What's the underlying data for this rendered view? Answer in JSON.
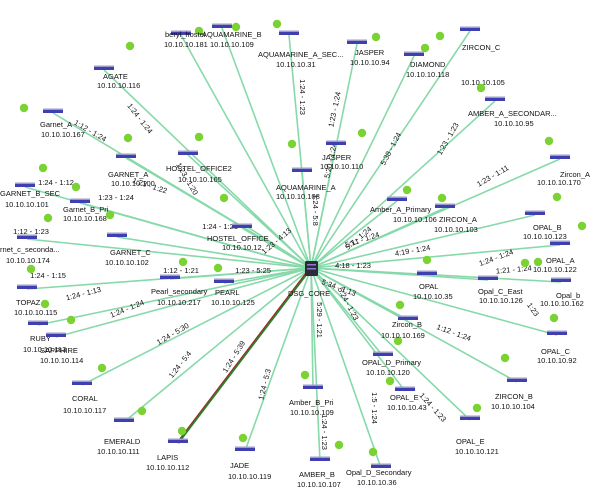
{
  "colors": {
    "link": "#86d9a9",
    "link_highlight": "#2e7d32",
    "status_dot": "#7ad332",
    "device_bar": "#3f3fb0",
    "hub": "#2b2b3a"
  },
  "hub": {
    "name": "DSG_CORE"
  },
  "nodes": [
    {
      "id": "agate",
      "name": "AGATE",
      "ip": "10.10.10.116",
      "link_label": "1:24 - 1:24"
    },
    {
      "id": "beryl-hostel",
      "name": "beryl_hostel",
      "ip": "10.10.10.181",
      "link_label": ""
    },
    {
      "id": "aquamarine-b",
      "name": "AQUAMARINE_B",
      "ip": "10.10.10.109",
      "link_label": ""
    },
    {
      "id": "aquamarine-a-sec",
      "name": "AQUAMARINE_A_SEC...",
      "ip": "10.10.10.31",
      "link_label": "1:24 - 1:23"
    },
    {
      "id": "jasper-top",
      "name": "JASPER",
      "ip": "10.10.10.94",
      "link_label": "1:23 - 1:24"
    },
    {
      "id": "diamond",
      "name": "DIAMOND",
      "ip": "10.10.10.118",
      "link_label": "5:38 - 1:24"
    },
    {
      "id": "zircon-c",
      "name": "ZIRCON_C",
      "ip": "10.10.10.105",
      "link_label": ""
    },
    {
      "id": "amber-a-secondary",
      "name": "AMBER_A_SECONDAR...",
      "ip": "10.10.10.95",
      "link_label": "1:23 - 1:23"
    },
    {
      "id": "garnet-a",
      "name": "Garnet_A",
      "ip": "10.10.10.167",
      "link_label": "1:12 - 1:24"
    },
    {
      "id": "garnet-a-caps",
      "name": "GARNET_A",
      "ip": "10.10.10.100",
      "link_label": "1:23 - 1:22"
    },
    {
      "id": "hostel-office2",
      "name": "HOSTEL_OFFICE2",
      "ip": "10.10.10.165",
      "link_label": "1:23 - 1:20"
    },
    {
      "id": "jasper-mid",
      "name": "JASPER",
      "ip": "10.10.10.110",
      "link_label": "5:20 - 1:24"
    },
    {
      "id": "aquamarine-a",
      "name": "AQUAMARINE_A",
      "ip": "10.10.10.108",
      "link_label": "1:24 - 5:8"
    },
    {
      "id": "zircon-a-lower",
      "name": "Zircon_A",
      "ip": "10.10.10.170",
      "link_label": "1:23 - 1:11"
    },
    {
      "id": "garnet-b-sec",
      "name": "GARNET_B_SEC",
      "ip": "10.10.10.101",
      "link_label": "1:24 - 1:12"
    },
    {
      "id": "garnet-b-pri",
      "name": "Garnet_B_Pri",
      "ip": "10.10.10.168",
      "link_label": "1:23 - 1:24"
    },
    {
      "id": "amber-a-primary",
      "name": "Amber_A_Primary",
      "ip": "10.10.10.106",
      "link_label": "5:1 - 1:24"
    },
    {
      "id": "zircon-a",
      "name": "ZIRCON_A",
      "ip": "10.10.10.103",
      "link_label": "5:11 - 1:24"
    },
    {
      "id": "hostel-office",
      "name": "HOSTEL_OFFICE",
      "ip": "10.10.10.12",
      "link_label": "1:24 - 1:21"
    },
    {
      "id": "garnet-c-secondary",
      "name": "rnet_c_seconda...",
      "ip": "10.10.10.174",
      "link_label": "1:12 - 1:23"
    },
    {
      "id": "garnet-c",
      "name": "GARNET_C",
      "ip": "10.10.10.102",
      "link_label": ""
    },
    {
      "id": "opal-b-caps",
      "name": "OPAL_B",
      "ip": "10.10.10.123",
      "link_label": "4:19 - 1:24"
    },
    {
      "id": "opal-a",
      "name": "OPAL_A",
      "ip": "10.10.10.122",
      "link_label": "1:24 - 1:24"
    },
    {
      "id": "opal-b-lower",
      "name": "Opal_b",
      "ip": "10.10.10.162",
      "link_label": "1:21 - 1:24"
    },
    {
      "id": "opal",
      "name": "OPAL",
      "ip": "10.10.10.35",
      "link_label": "4:18 - 1:23"
    },
    {
      "id": "opal-c-east",
      "name": "Opal_C_East",
      "ip": "10.10.10.126",
      "link_label": "5:34 - 1:13"
    },
    {
      "id": "opal-c",
      "name": "OPAL_C",
      "ip": "10.10.10.92",
      "link_label": "1:23"
    },
    {
      "id": "topaz",
      "name": "TOPAZ",
      "ip": "10.10.10.115",
      "link_label": "1:24 - 1:15"
    },
    {
      "id": "pearl-secondary",
      "name": "Pearl_secondary",
      "ip": "10.10.10.217",
      "link_label": "1:12 - 1:21"
    },
    {
      "id": "pearl",
      "name": "PEARL",
      "ip": "10.10.10.125",
      "link_label": "1:23 - 5:25"
    },
    {
      "id": "ruby",
      "name": "RUBY",
      "ip": "10.10.10.113",
      "link_label": "1:24 - 1:13"
    },
    {
      "id": "sapphire",
      "name": "SAPPHIRE",
      "ip": "10.10.10.114",
      "link_label": "1:24 - 1:24"
    },
    {
      "id": "coral",
      "name": "CORAL",
      "ip": "10.10.10.117",
      "link_label": "1:24 - 5:30"
    },
    {
      "id": "emerald",
      "name": "EMERALD",
      "ip": "10.10.10.111",
      "link_label": "1:24 - 5:4"
    },
    {
      "id": "lapis",
      "name": "LAPIS",
      "ip": "10.10.10.112",
      "link_label": "1:24 - 5:39"
    },
    {
      "id": "jade",
      "name": "JADE",
      "ip": "10.10.10.119",
      "link_label": "1:24 - 5:3"
    },
    {
      "id": "amber-b-pri",
      "name": "Amber_B_Pri",
      "ip": "10.10.10.109",
      "link_label": "5:29 - 1:21"
    },
    {
      "id": "amber-b",
      "name": "AMBER_B",
      "ip": "10.10.10.107",
      "link_label": "1:24 - 1:23"
    },
    {
      "id": "opal-d-secondary",
      "name": "Opal_D_Secondary",
      "ip": "10.10.10.36",
      "link_label": "1:5 - 1:24"
    },
    {
      "id": "opal-d-primary",
      "name": "OPAL_D_Primary",
      "ip": "10.10.10.120",
      "link_label": "5:24 - 1:23"
    },
    {
      "id": "opal-e-caps",
      "name": "OPAL_E",
      "ip": "10.10.10.43",
      "link_label": ""
    },
    {
      "id": "opal-e",
      "name": "OPAL_E",
      "ip": "10.10.10.121",
      "link_label": "1:24 - 1:23"
    },
    {
      "id": "zircon-b-lower",
      "name": "Zircon_B",
      "ip": "10.10.10.169",
      "link_label": ""
    },
    {
      "id": "zircon-b",
      "name": "ZIRCON_B",
      "ip": "10.10.10.104",
      "link_label": "1:12 - 1:24"
    },
    {
      "id": "hostel-office-link",
      "name": "",
      "ip": "",
      "link_label": "1:23 - 4:13"
    }
  ]
}
